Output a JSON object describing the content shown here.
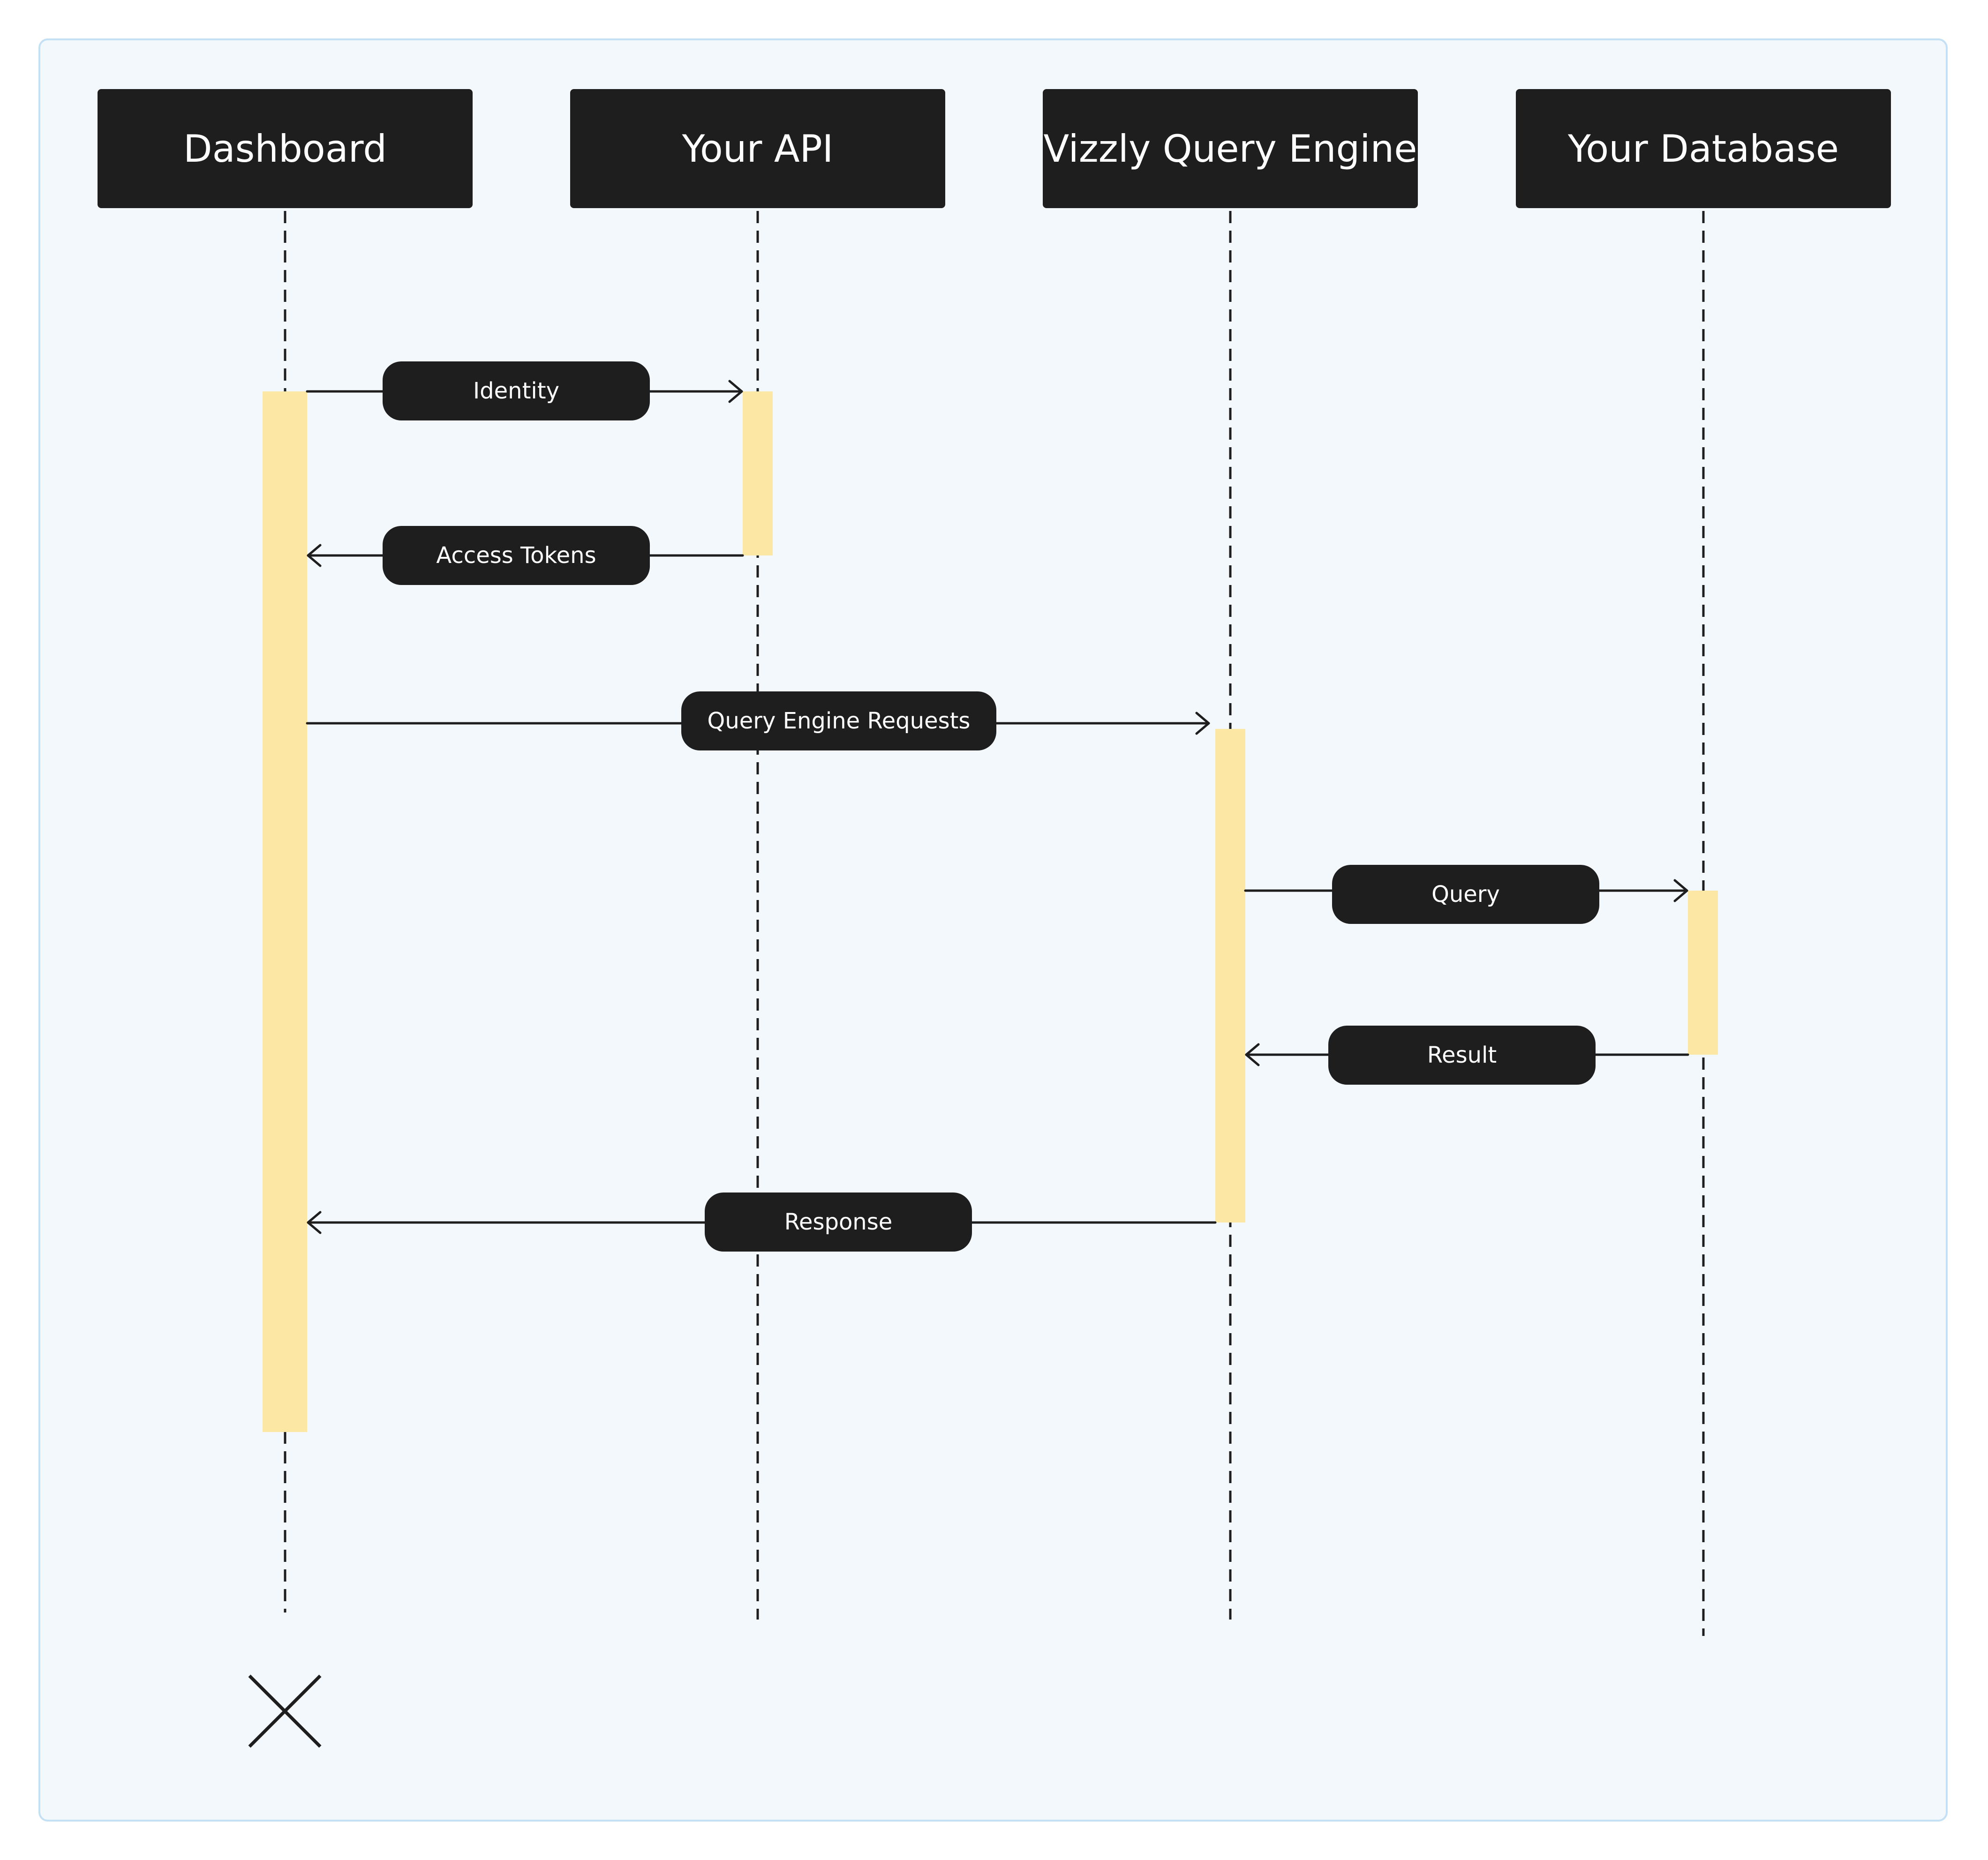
{
  "diagram": {
    "participants": [
      {
        "name": "Dashboard"
      },
      {
        "name": "Your API"
      },
      {
        "name": "Vizzly Query Engine"
      },
      {
        "name": "Your Database"
      }
    ],
    "messages": [
      {
        "label": "Identity",
        "from": "Dashboard",
        "to": "Your API"
      },
      {
        "label": "Access Tokens",
        "from": "Your API",
        "to": "Dashboard"
      },
      {
        "label": "Query Engine Requests",
        "from": "Dashboard",
        "to": "Vizzly Query Engine"
      },
      {
        "label": "Query",
        "from": "Vizzly Query Engine",
        "to": "Your Database"
      },
      {
        "label": "Result",
        "from": "Your Database",
        "to": "Vizzly Query Engine"
      },
      {
        "label": "Response",
        "from": "Vizzly Query Engine",
        "to": "Dashboard"
      }
    ],
    "terminated_participant": "Dashboard",
    "colors": {
      "background": "#f3f8fd",
      "border": "#c3e0f5",
      "box": "#1e1e1e",
      "box_text": "#ffffff",
      "activation": "#fde7a4",
      "line": "#1e1e1e"
    }
  }
}
